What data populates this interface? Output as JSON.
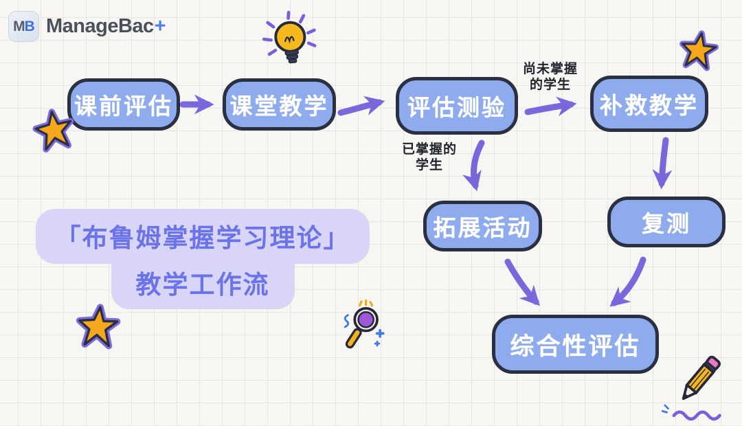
{
  "brand": {
    "icon_text_m": "M",
    "icon_text_b": "B",
    "name": "ManageBac",
    "plus": "+"
  },
  "title": {
    "line1": "「布鲁姆掌握学习理论」",
    "line2": "教学工作流"
  },
  "nodes": {
    "pre_assessment": {
      "label": "课前评估"
    },
    "classroom_teaching": {
      "label": "课堂教学"
    },
    "assessment_test": {
      "label": "评估测验"
    },
    "remedial_teaching": {
      "label": "补救教学"
    },
    "extension_activities": {
      "label": "拓展活动"
    },
    "retest": {
      "label": "复测"
    },
    "summative_assessment": {
      "label": "综合性评估"
    }
  },
  "edge_labels": {
    "not_mastered": {
      "line1": "尚未掌握",
      "line2": "的学生"
    },
    "mastered": {
      "line1": "已掌握的",
      "line2": "学生"
    }
  },
  "flow": {
    "edges": [
      {
        "from": "课前评估",
        "to": "课堂教学"
      },
      {
        "from": "课堂教学",
        "to": "评估测验"
      },
      {
        "from": "评估测验",
        "to": "补救教学",
        "condition": "尚未掌握的学生"
      },
      {
        "from": "评估测验",
        "to": "拓展活动",
        "condition": "已掌握的学生"
      },
      {
        "from": "补救教学",
        "to": "复测"
      },
      {
        "from": "拓展活动",
        "to": "综合性评估"
      },
      {
        "from": "复测",
        "to": "综合性评估"
      }
    ]
  },
  "decorations": [
    "lightbulb-icon",
    "star-icon",
    "star-icon",
    "star-icon",
    "magnifier-icon",
    "pencil-icon"
  ],
  "colors": {
    "background": "#F7F6F3",
    "grid_line": "#E7E5E1",
    "node_fill": "#8EABEE",
    "node_border": "#2B3040",
    "node_text": "#FFFFFF",
    "arrow": "#7A67DC",
    "edge_label_text": "#20242C",
    "title_text": "#6B73E8",
    "title_bg": "#D8D5F6",
    "star_fill": "#F6A81C",
    "bulb_fill": "#F6B81F",
    "lens_fill": "#A158D8",
    "pencil_fill": "#F6B61C",
    "eraser_fill": "#E878C0",
    "brand_text": "#4A505C",
    "brand_plus": "#4C7DF0"
  }
}
